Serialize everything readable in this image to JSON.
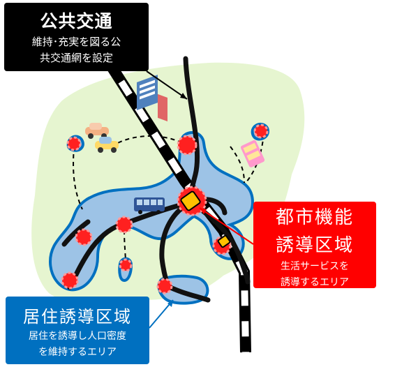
{
  "callouts": {
    "public_transport": {
      "title": "公共交通",
      "desc_line1": "維持･充実を図る公",
      "desc_line2": "共交通網を設定"
    },
    "urban_function": {
      "title_line1": "都市機能",
      "title_line2": "誘導区域",
      "desc_line1": "生活サービスを",
      "desc_line2": "誘導するエリア"
    },
    "residential": {
      "title": "居住誘導区域",
      "desc_line1": "居住を誘導し人口密度",
      "desc_line2": "を維持するエリア"
    }
  },
  "colors": {
    "background_area": "#e6f5d0",
    "residential_fill": "#9dc3e6",
    "residential_outline": "#0070c0",
    "node_fill": "#ff0000",
    "urban_core": "#ffc000",
    "public_callout": "#000000",
    "urban_callout": "#ff0000",
    "residential_callout": "#0070c0"
  },
  "icons": [
    "car-icon",
    "taxi-icon",
    "bus-icon",
    "tram-icon",
    "building-icon"
  ]
}
